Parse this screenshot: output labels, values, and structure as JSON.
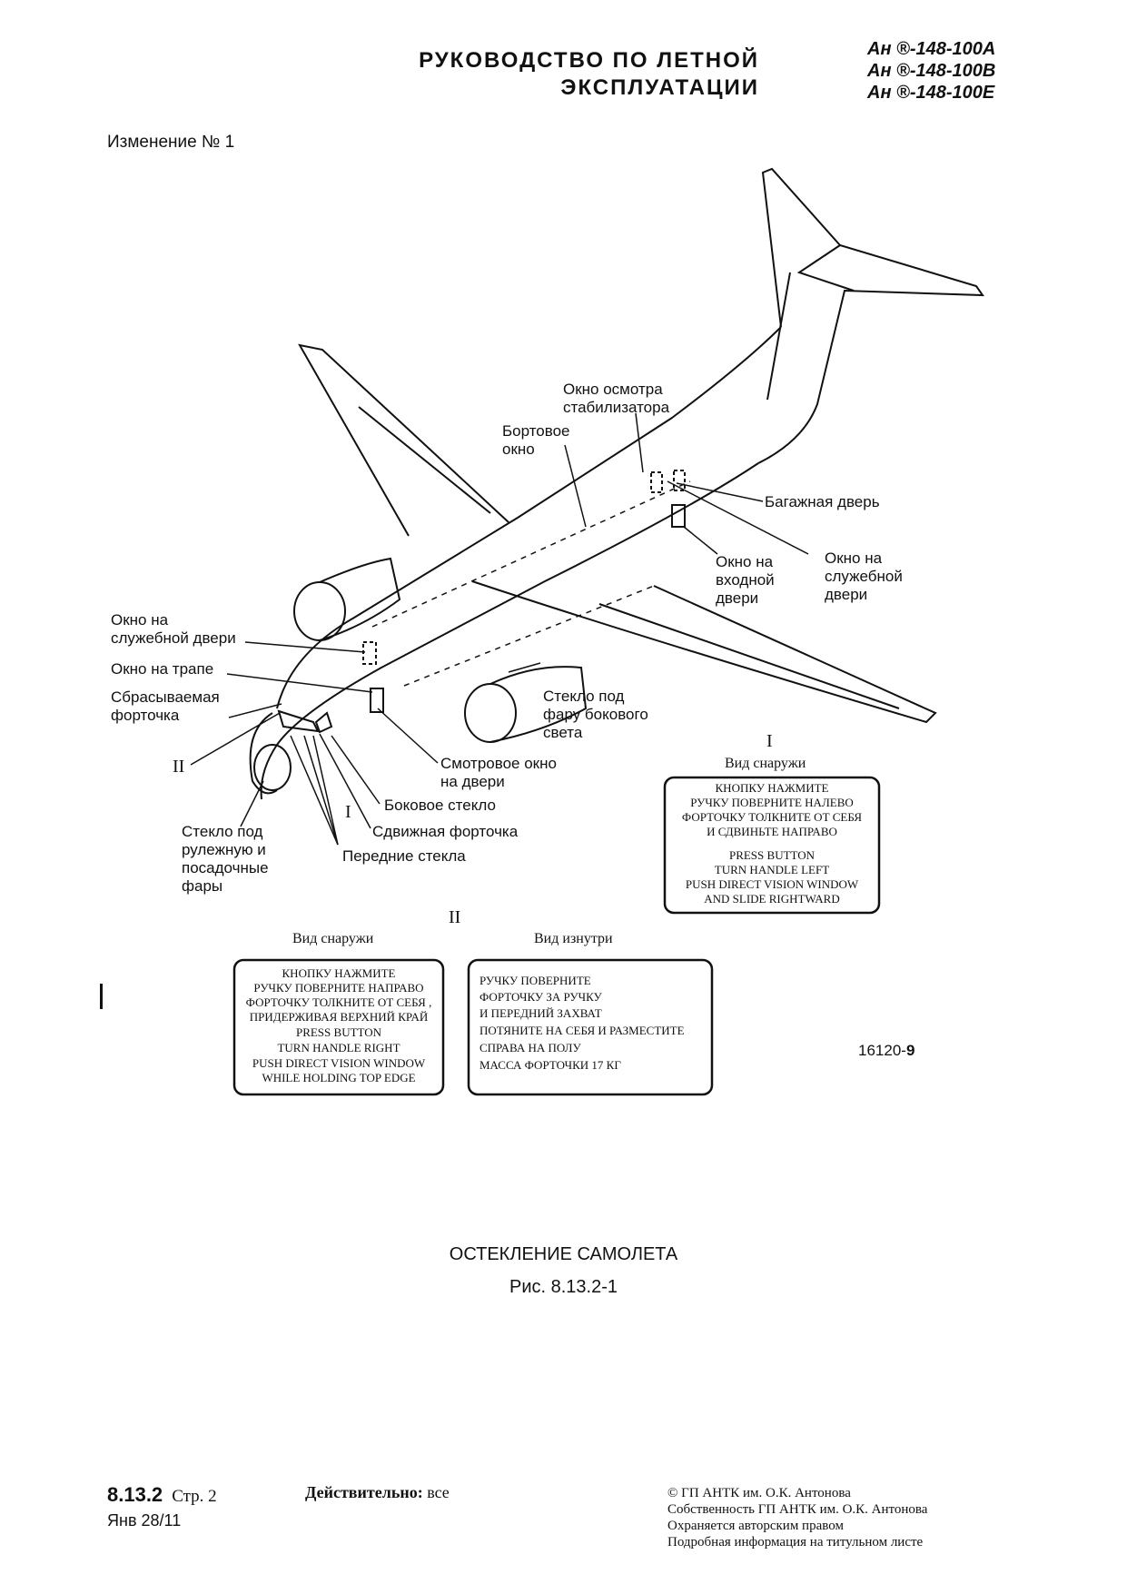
{
  "header": {
    "title_line1": "РУКОВОДСТВО ПО ЛЕТНОЙ",
    "title_line2": "ЭКСПЛУАТАЦИИ",
    "models": [
      "Ан ®-148-100A",
      "Ан ®-148-100B",
      "Ан ®-148-100E"
    ]
  },
  "change_note": "Изменение № 1",
  "diagram": {
    "labels": {
      "stab_window": [
        "Окно осмотра",
        "стабилизатора"
      ],
      "side_window": [
        "Бортовое",
        "окно"
      ],
      "cargo_door": "Багажная дверь",
      "entry_door_window": [
        "Окно на",
        "входной",
        "двери"
      ],
      "service_door_window_right": [
        "Окно на",
        "служебной",
        "двери"
      ],
      "service_door_window_left": [
        "Окно на",
        "служебной двери"
      ],
      "ladder_window": "Окно на трапе",
      "jettison_window": [
        "Сбрасываемая",
        "форточка"
      ],
      "sidelight_glass": [
        "Стекло под",
        "фару бокового",
        "света"
      ],
      "door_viewport": [
        "Смотровое окно",
        "на двери"
      ],
      "side_glass": "Боковое стекло",
      "sliding_window": "Сдвижная форточка",
      "front_glass": "Передние стекла",
      "landing_light_glass": [
        "Стекло под",
        "рулежную и",
        "посадочные",
        "фары"
      ]
    },
    "roman_one": "I",
    "roman_two": "II",
    "view_outside": "Вид снаружи",
    "view_inside": "Вид изнутри",
    "placard_I_outside": [
      "КНОПКУ НАЖМИТЕ",
      "РУЧКУ ПОВЕРНИТЕ НАЛЕВО",
      "ФОРТОЧКУ ТОЛКНИТЕ ОТ СЕБЯ",
      "И СДВИНЬТЕ НАПРАВО",
      "PRESS BUTTON",
      "TURN HANDLE LEFT",
      "PUSH DIRECT VISION WINDOW",
      "AND SLIDE RIGHTWARD"
    ],
    "placard_II_outside": [
      "КНОПКУ НАЖМИТЕ",
      "РУЧКУ ПОВЕРНИТЕ НАПРАВО",
      "ФОРТОЧКУ ТОЛКНИТЕ ОТ СЕБЯ ,",
      "ПРИДЕРЖИВАЯ ВЕРХНИЙ КРАЙ",
      "PRESS BUTTON",
      "TURN HANDLE RIGHT",
      "PUSH DIRECT VISION WINDOW",
      "WHILE HOLDING TOP EDGE"
    ],
    "placard_II_inside": [
      "РУЧКУ ПОВЕРНИТЕ",
      "ФОРТОЧКУ ЗА РУЧКУ",
      "И ПЕРЕДНИЙ ЗАХВАТ",
      "ПОТЯНИТЕ НА СЕБЯ И РАЗМЕСТИТЕ",
      "СПРАВА НА  ПОЛУ",
      "МАССА ФОРТОЧКИ 17 КГ"
    ],
    "figure_code": "16120-",
    "figure_code_bold": "9"
  },
  "caption": {
    "title": "ОСТЕКЛЕНИЕ САМОЛЕТА",
    "figure": "Рис. 8.13.2-1"
  },
  "footer": {
    "section": "8.13.2",
    "page_label": "Стр. 2",
    "date": "Янв 28/11",
    "valid_label": "Действительно:",
    "valid_value": "все",
    "copyright": [
      "© ГП АНТК им. О.К. Антонова",
      "Собственность ГП АНТК им. О.К. Антонова",
      "Охраняется авторским правом",
      "Подробная информация на титульном листе"
    ]
  }
}
